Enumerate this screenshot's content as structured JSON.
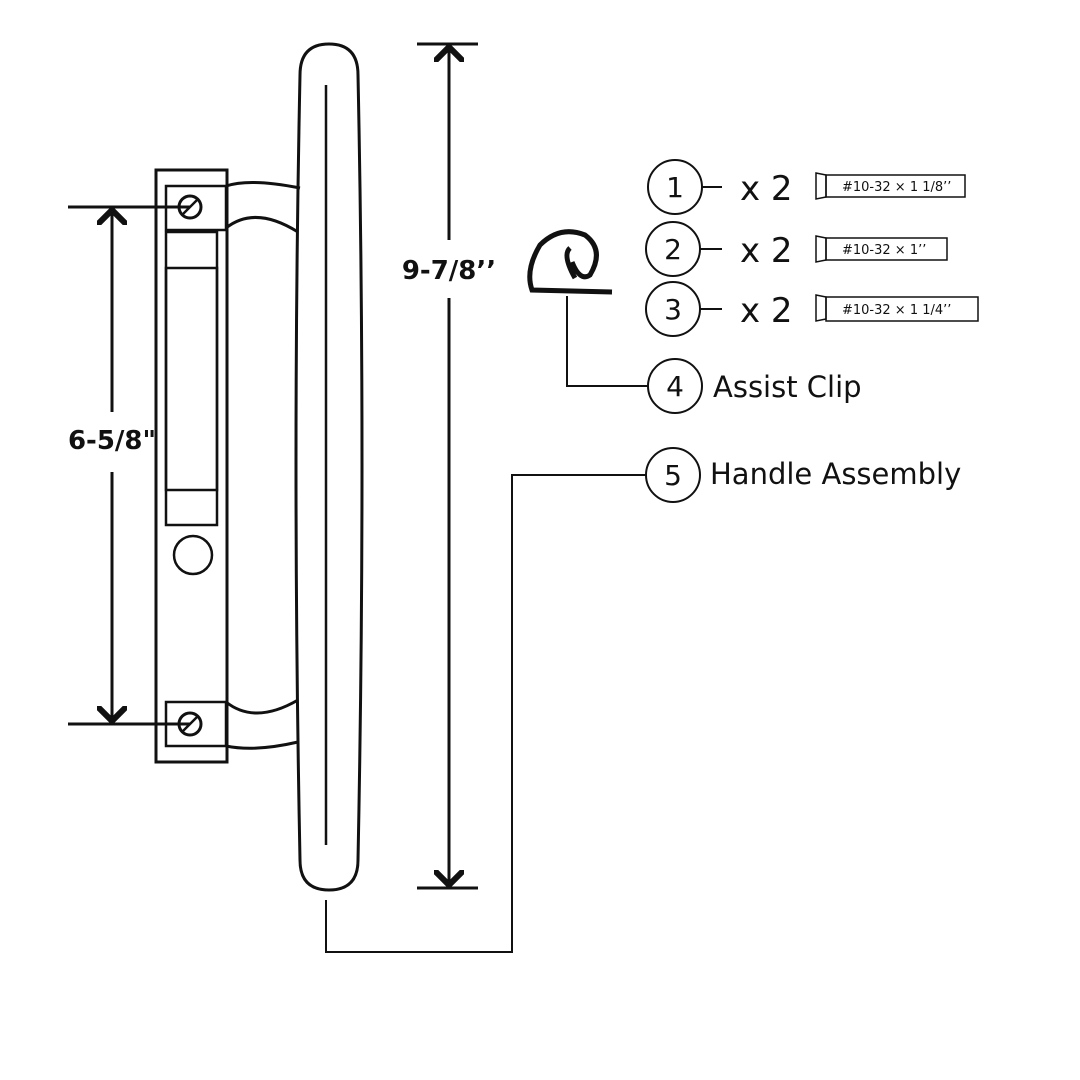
{
  "dimensions": {
    "mount_spacing": "6-5/8\"",
    "handle_length": "9-7/8’’"
  },
  "parts": [
    {
      "number": "1",
      "quantity": "x 2",
      "spec": "#10-32 × 1 1/8’’"
    },
    {
      "number": "2",
      "quantity": "x 2",
      "spec": "#10-32 × 1’’"
    },
    {
      "number": "3",
      "quantity": "x 2",
      "spec": "#10-32 × 1 1/4’’"
    },
    {
      "number": "4",
      "label": "Assist Clip"
    },
    {
      "number": "5",
      "label": "Handle Assembly"
    }
  ]
}
